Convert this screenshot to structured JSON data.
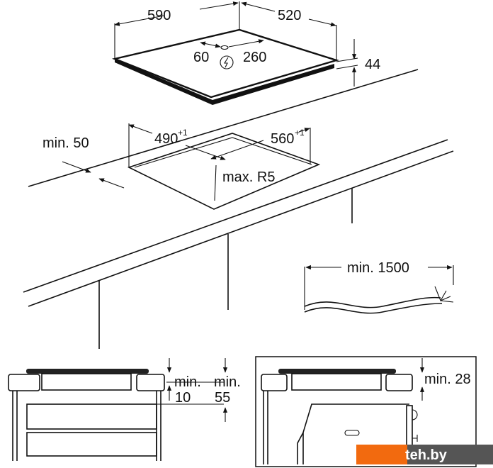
{
  "dimensions": {
    "hob_width": "590",
    "hob_depth": "520",
    "hob_height": "44",
    "connection_offset_left": "60",
    "connection_offset_right": "260",
    "cutout_width": "490",
    "cutout_width_tolerance": "+1",
    "cutout_depth": "560",
    "cutout_depth_tolerance": "+1",
    "front_distance": "min. 50",
    "corner_radius": "max. R5",
    "cable_length": "min. 1500",
    "drawer_gap_label_1": "min.",
    "drawer_gap_value_1": "10",
    "drawer_gap_label_2": "min.",
    "drawer_gap_value_2": "55",
    "oven_gap": "min. 28"
  },
  "watermark": {
    "text": "teh.by",
    "color_left": "#f26a0f",
    "color_right": "#555555"
  }
}
